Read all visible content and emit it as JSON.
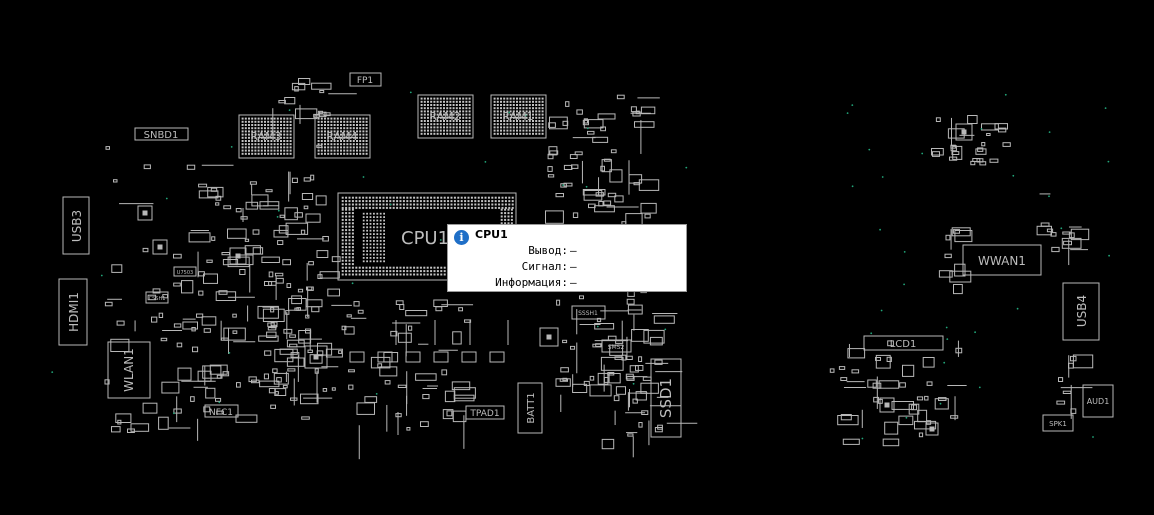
{
  "board": {
    "colors": {
      "background": "#000000",
      "outline": "#b8b8b8",
      "label": "#bdbdbd",
      "dot": "#21a67a"
    },
    "labels": {
      "fp1": "FP1",
      "snbd1": "SNBD1",
      "ram1": "RAM1",
      "ram2": "RAM2",
      "ram3": "RAM3",
      "ram4": "RAM4",
      "cpu1": "CPU1",
      "usb3": "USB3",
      "usb4": "USB4",
      "hdmi1": "HDMI1",
      "wlan1": "WLAN1",
      "nfc1": "NFC1",
      "tpad1": "TPAD1",
      "batt1": "BATT1",
      "ssd1": "SSD1",
      "wwan1": "WWAN1",
      "lcd1": "LCD1",
      "aud1": "AUD1",
      "spk1": "SPK1",
      "small_a": "U7503",
      "small_b": "CSSH1",
      "small_c": "SSSH1",
      "small_d": "SMS2"
    }
  },
  "tooltip": {
    "icon": "info-icon",
    "title": "CPU1",
    "rows": [
      {
        "key": "Вывод:",
        "value": "—"
      },
      {
        "key": "Сигнал:",
        "value": "—"
      },
      {
        "key": "Информация:",
        "value": "—"
      }
    ]
  }
}
